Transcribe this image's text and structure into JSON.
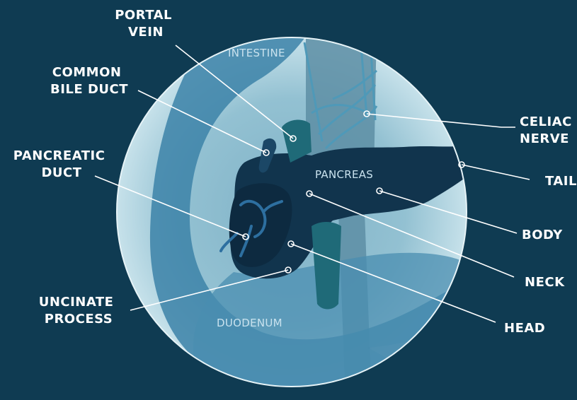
{
  "labels": {
    "portal_vein": [
      "PORTAL",
      "VEIN"
    ],
    "common_bile_duct": [
      "COMMON",
      "BILE DUCT"
    ],
    "pancreatic_duct": [
      "PANCREATIC",
      "DUCT"
    ],
    "uncinate_process": [
      "UNCINATE",
      "PROCESS"
    ],
    "celiac_nerve": [
      "CELIAC",
      "NERVE"
    ],
    "tail": "TAIL",
    "body": "BODY",
    "neck": "NECK",
    "head": "HEAD"
  },
  "regions": {
    "intestine": "INTESTINE",
    "pancreas": "PANCREAS",
    "duodenum": "DUODENUM"
  },
  "colors": {
    "background": "#0f3b52",
    "lens": "#a9cfdd",
    "intestine": "#3c82a8",
    "pancreas": "#11344d",
    "vessel": "#1f6a78",
    "label": "#ffffff"
  }
}
